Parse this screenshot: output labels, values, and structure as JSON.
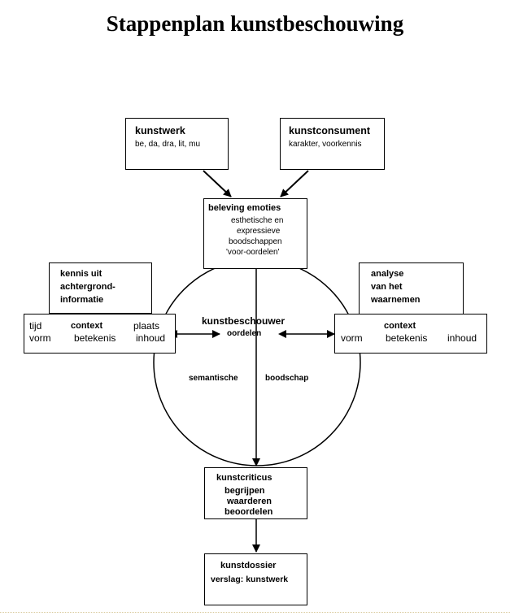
{
  "page": {
    "title": "Stappenplan kunstbeschouwing"
  },
  "nodes": {
    "kunstwerk": {
      "title": "kunstwerk",
      "lines": [
        "be, da, dra, lit, mu"
      ]
    },
    "kunstconsument": {
      "title": "kunstconsument",
      "lines": [
        "karakter, voorkennis"
      ]
    },
    "beleving": {
      "title": "beleving emoties",
      "lines": [
        "esthetische en",
        "expressieve",
        "boodschappen",
        "'voor-oordelen'"
      ]
    },
    "kennis": {
      "lines": [
        "kennis uit",
        "achtergrond-",
        "informatie"
      ]
    },
    "context_left": {
      "row1": [
        "tijd",
        "context",
        "plaats"
      ],
      "row2": [
        "vorm",
        "betekenis",
        "inhoud"
      ]
    },
    "analyse": {
      "lines": [
        "analyse",
        "van het",
        "waarnemen"
      ]
    },
    "context_right": {
      "heading": "context",
      "row2": [
        "vorm",
        "betekenis",
        "inhoud"
      ]
    },
    "center": {
      "title": "kunstbeschouwer",
      "subtitle": "oordelen",
      "left_label": "semantische",
      "right_label": "boodschap"
    },
    "kunstcriticus": {
      "title": "kunstcriticus",
      "lines": [
        "begrijpen",
        "waarderen",
        "beoordelen"
      ]
    },
    "kunstdossier": {
      "title": "kunstdossier",
      "lines": [
        "verslag: kunstwerk"
      ]
    }
  }
}
